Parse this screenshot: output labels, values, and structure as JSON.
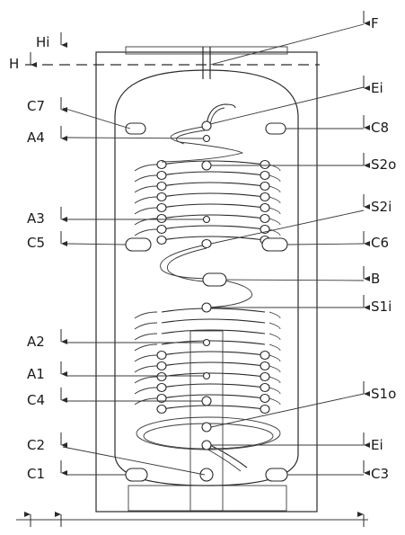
{
  "labels": {
    "F": "F",
    "Hi": "Hi",
    "H": "H",
    "Ei_top": "Ei",
    "C7": "C7",
    "C8": "C8",
    "A4": "A4",
    "S2o": "S2o",
    "S2i": "S2i",
    "A3": "A3",
    "C5": "C5",
    "C6": "C6",
    "B": "B",
    "S1i": "S1i",
    "A2": "A2",
    "A1": "A1",
    "C4": "C4",
    "S1o": "S1o",
    "Ei_bottom": "Ei",
    "C2": "C2",
    "C1": "C1",
    "C3": "C3"
  },
  "colors": {
    "stroke": "#2a2a2a",
    "background": "#ffffff"
  }
}
